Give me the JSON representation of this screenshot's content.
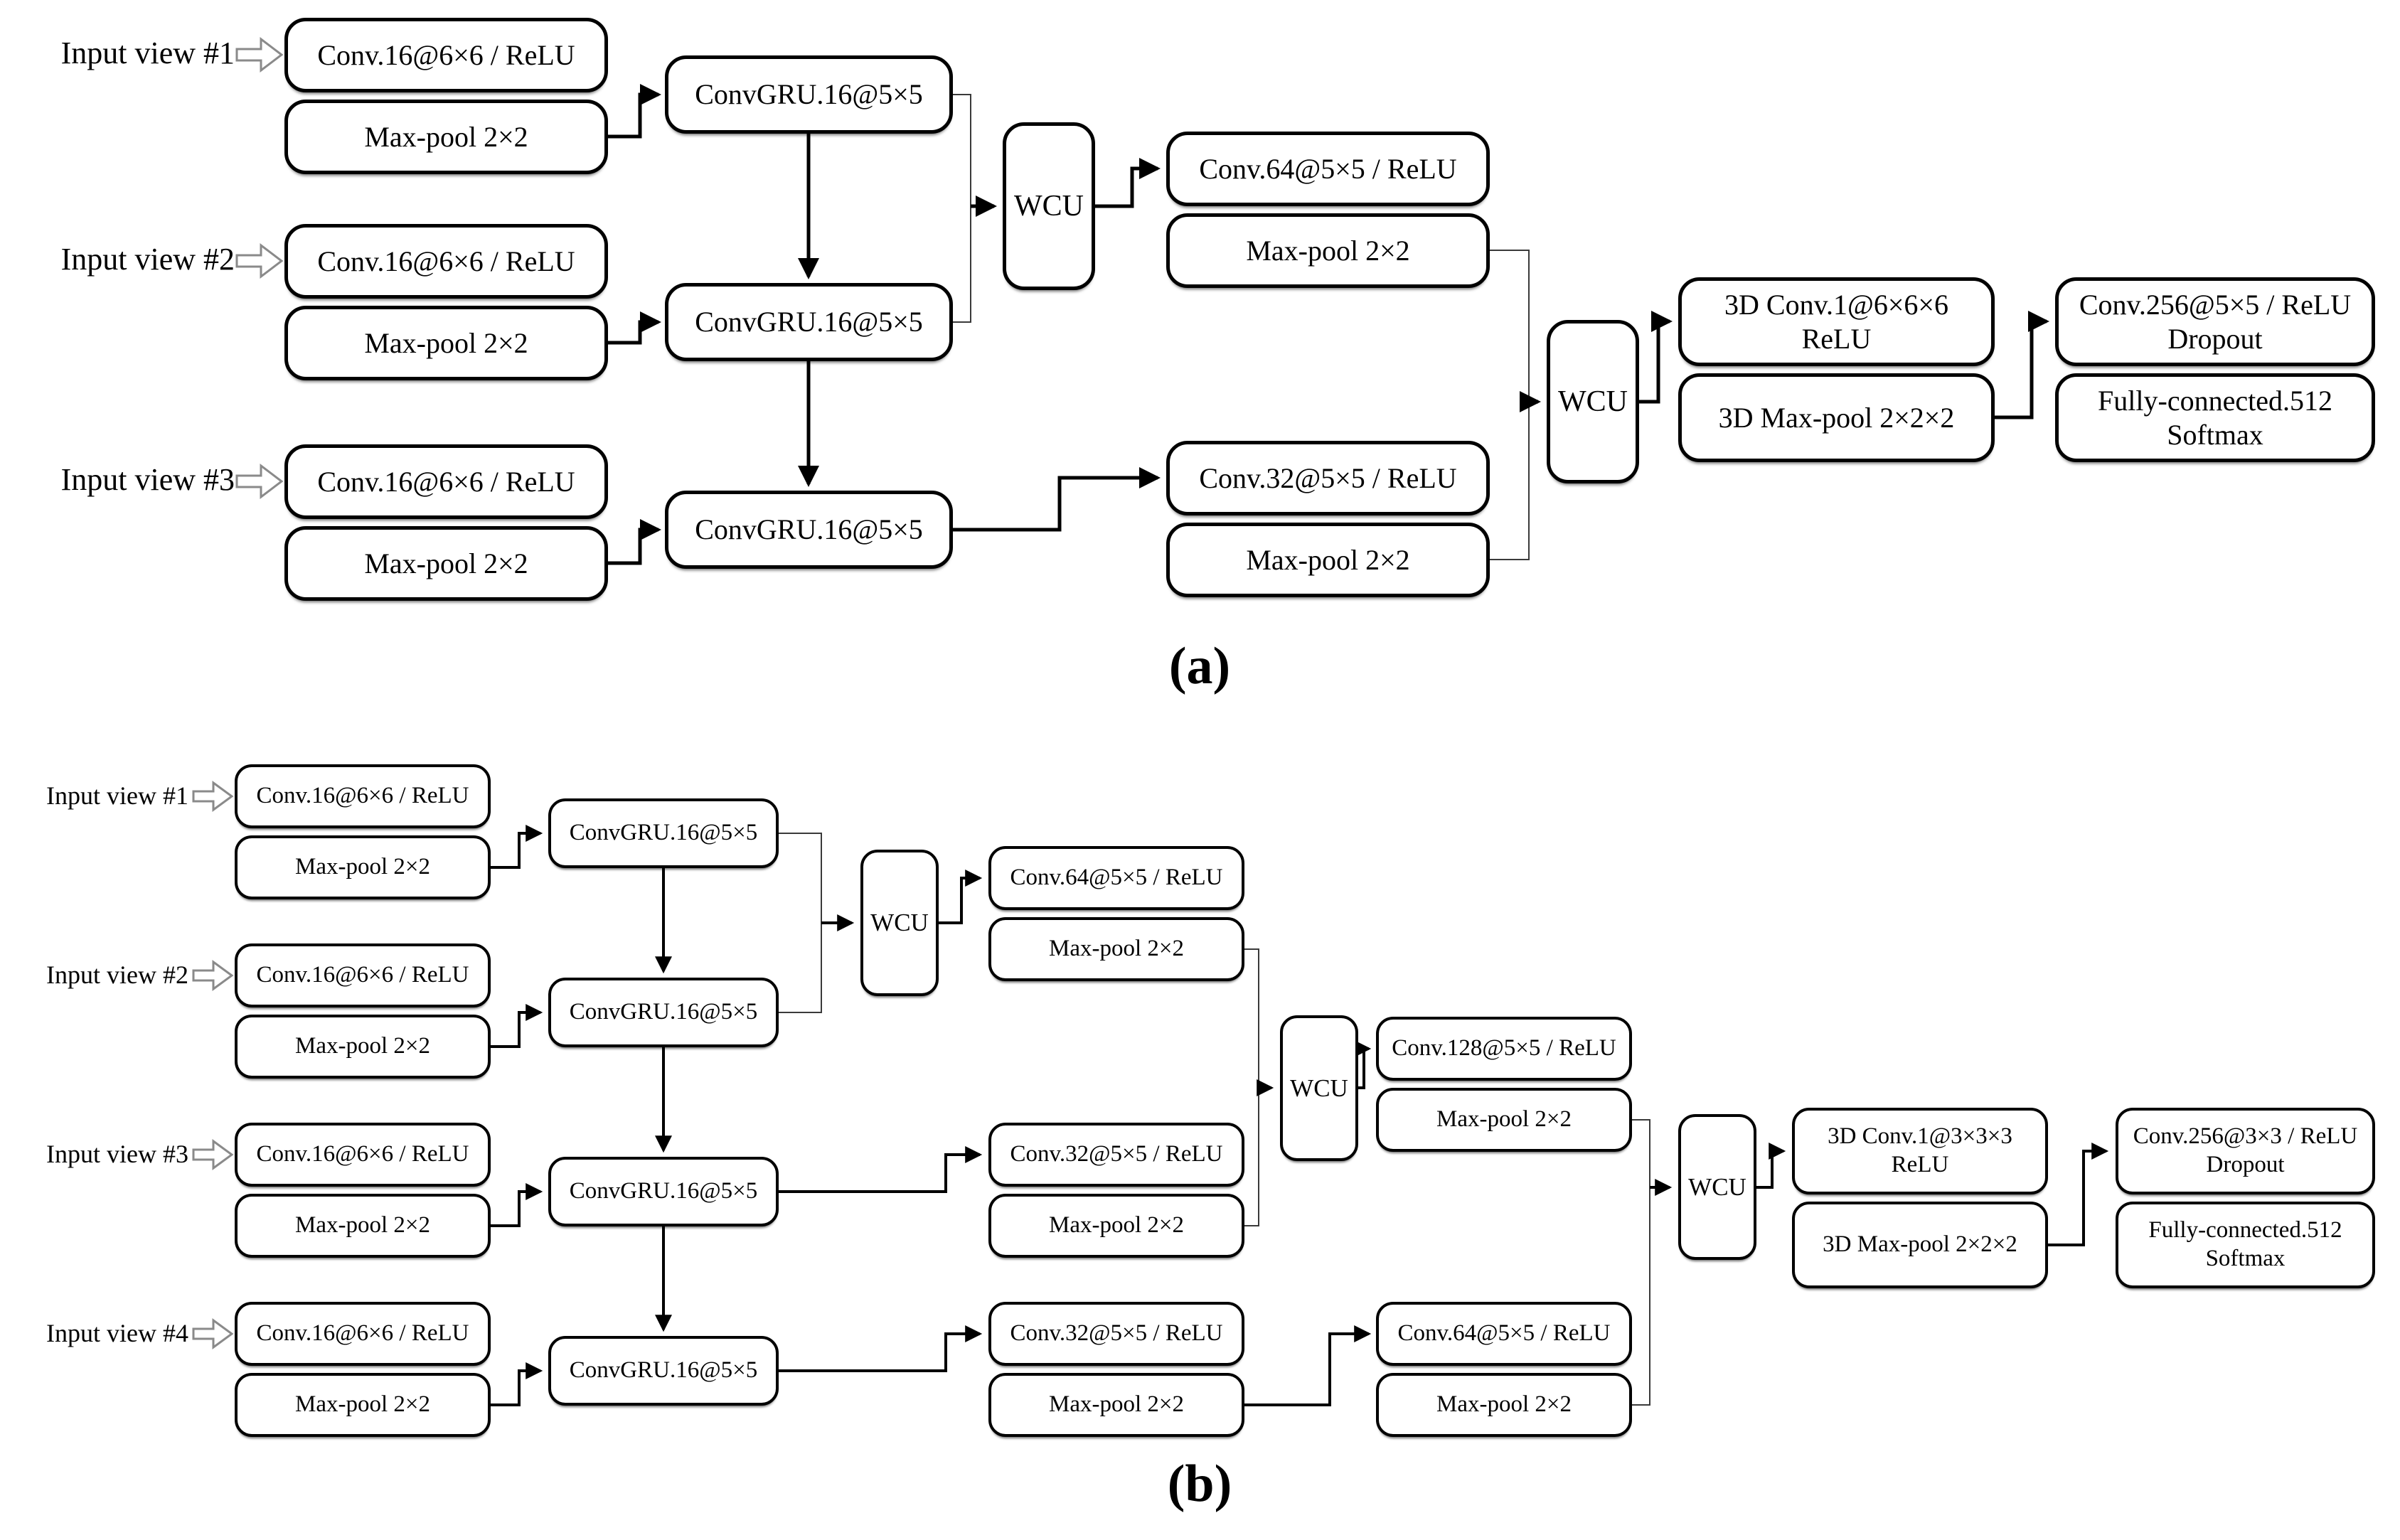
{
  "diagram_a": {
    "caption": "(a)",
    "inputs": [
      "Input view #1",
      "Input view #2",
      "Input view #3"
    ],
    "nodes": {
      "conv16": "Conv.16@6×6 / ReLU",
      "maxpool": "Max-pool 2×2",
      "convgru": "ConvGRU.16@5×5",
      "wcu": "WCU",
      "conv64": "Conv.64@5×5 / ReLU",
      "conv32": "Conv.32@5×5 / ReLU",
      "conv3d": "3D Conv.1@6×6×6",
      "conv3d_act": "ReLU",
      "maxpool3d": "3D Max-pool 2×2×2",
      "conv256": "Conv.256@5×5 / ReLU",
      "conv256_reg": "Dropout",
      "fc": "Fully-connected.512",
      "fc_act": "Softmax"
    }
  },
  "diagram_b": {
    "caption": "(b)",
    "inputs": [
      "Input view #1",
      "Input view #2",
      "Input view #3",
      "Input view #4"
    ],
    "nodes": {
      "conv16": "Conv.16@6×6 / ReLU",
      "maxpool": "Max-pool 2×2",
      "convgru": "ConvGRU.16@5×5",
      "wcu": "WCU",
      "conv64": "Conv.64@5×5 / ReLU",
      "conv32": "Conv.32@5×5 / ReLU",
      "conv128": "Conv.128@5×5 / ReLU",
      "conv3d": "3D Conv.1@3×3×3",
      "conv3d_act": "ReLU",
      "maxpool3d": "3D Max-pool 2×2×2",
      "conv256": "Conv.256@3×3 / ReLU",
      "conv256_reg": "Dropout",
      "fc": "Fully-connected.512",
      "fc_act": "Softmax"
    }
  }
}
